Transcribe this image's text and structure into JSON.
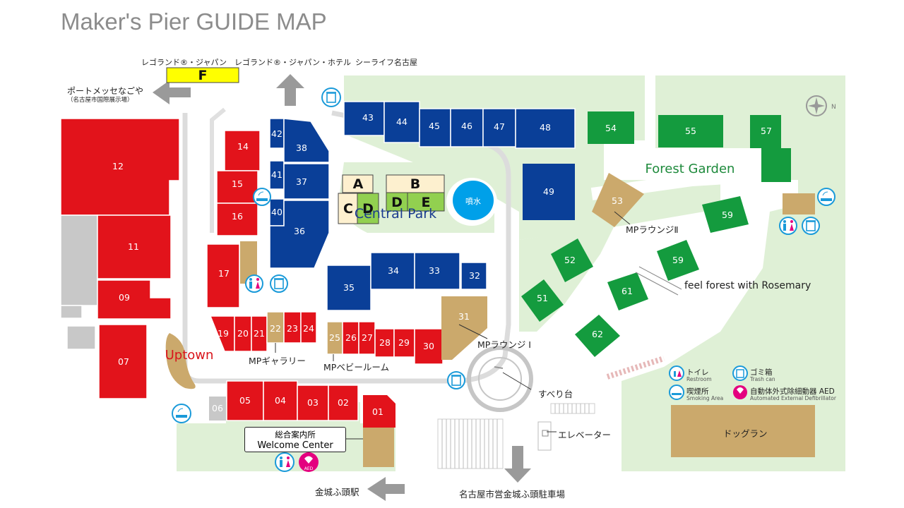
{
  "title": "Maker's Pier GUIDE MAP",
  "top_labels": {
    "legoland": "レゴランド®・ジャパン",
    "legoland_hotel": "レゴランド®・ジャパン・ホテル",
    "sealife": "シーライフ名古屋",
    "portmesse": "ポートメッセなごや",
    "portmesse_sub": "（名古屋市国際展示場）",
    "station": "金城ふ頭駅",
    "parking": "名古屋市営金城ふ頭駐車場",
    "north": "N"
  },
  "areas": {
    "uptown": "Uptown",
    "central_park": "Central Park",
    "forest_garden": "Forest Garden",
    "fountain": "噴水"
  },
  "facilities": {
    "mp_lounge_1": "MPラウンジ Ⅰ",
    "mp_lounge_2": "MPラウンジⅡ",
    "mp_gallery": "MPギャラリー",
    "mp_baby": "MPベビールーム",
    "slide": "すべり台",
    "elevator": "エレベーター",
    "dogrun": "ドッグラン",
    "feel_forest": "feel forest with Rosemary",
    "welcome_jp": "総合案内所",
    "welcome_en": "Welcome Center",
    "aed": "AED"
  },
  "legend": {
    "toilet": "トイレ",
    "toilet_en": "Restroom",
    "trash": "ゴミ箱",
    "trash_en": "Trash can",
    "smoking": "喫煙所",
    "smoking_en": "Smoking Area",
    "aed": "自動体外式除細動器 AED",
    "aed_en": "Automated External Defibrillator"
  },
  "markers": {
    "A": "A",
    "B": "B",
    "C": "C",
    "D1": "D",
    "D2": "D",
    "E": "E",
    "F": "F"
  },
  "colors": {
    "red": "#e2131b",
    "blue": "#0a3f98",
    "green": "#149b3e",
    "tan": "#cba96c",
    "gray": "#c8c8c8",
    "park": "#dff0d6",
    "marker_yellow": "#ffff00",
    "marker_cream": "#fdf0cf",
    "marker_green": "#92d050",
    "icon_blue": "#1a9ad9"
  },
  "units": {
    "u43": "43",
    "u44": "44",
    "u45": "45",
    "u46": "46",
    "u47": "47",
    "u48": "48",
    "u49": "49",
    "u42": "42",
    "u41": "41",
    "u40": "40",
    "u38": "38",
    "u37": "37",
    "u36": "36",
    "u35": "35",
    "u34": "34",
    "u33": "33",
    "u32": "32",
    "u14": "14",
    "u15": "15",
    "u16": "16",
    "u17": "17",
    "u12": "12",
    "u11": "11",
    "u09": "09",
    "u07": "07",
    "u19": "19",
    "u20": "20",
    "u21": "21",
    "u22": "22",
    "u23": "23",
    "u24": "24",
    "u25": "25",
    "u26": "26",
    "u27": "27",
    "u28": "28",
    "u29": "29",
    "u30": "30",
    "u31": "31",
    "u05": "05",
    "u04": "04",
    "u03": "03",
    "u02": "02",
    "u01": "01",
    "u06": "06",
    "u53": "53",
    "u54": "54",
    "u55": "55",
    "u57": "57",
    "u59a": "59",
    "u59b": "59",
    "u52": "52",
    "u51": "51",
    "u61": "61",
    "u62": "62"
  }
}
